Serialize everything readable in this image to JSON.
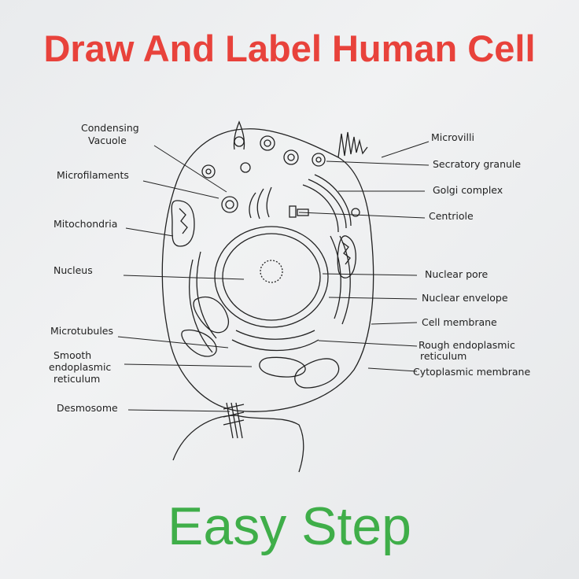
{
  "title": "Draw And Label Human Cell",
  "footer": "Easy Step",
  "colors": {
    "title": "#e8423b",
    "footer": "#3fae49",
    "ink": "#222222"
  },
  "labels": {
    "condensing_vacuole_1": "Condensing",
    "condensing_vacuole_2": "Vacuole",
    "microfilaments": "Microfilaments",
    "mitochondria": "Mitochondria",
    "nucleus": "Nucleus",
    "microtubules": "Microtubules",
    "smooth_er_1": "Smooth",
    "smooth_er_2": "endoplasmic",
    "smooth_er_3": "reticulum",
    "desmosome": "Desmosome",
    "microvilli": "Microvilli",
    "secretory_granule": "Secratory granule",
    "golgi_complex": "Golgi complex",
    "centriole": "Centriole",
    "nuclear_pore": "Nuclear pore",
    "nuclear_envelope": "Nuclear envelope",
    "cell_membrane": "Cell membrane",
    "rough_er_1": "Rough endoplasmic",
    "rough_er_2": "reticulum",
    "cytoplasmic_membrane": "Cytoplasmic membrane"
  }
}
